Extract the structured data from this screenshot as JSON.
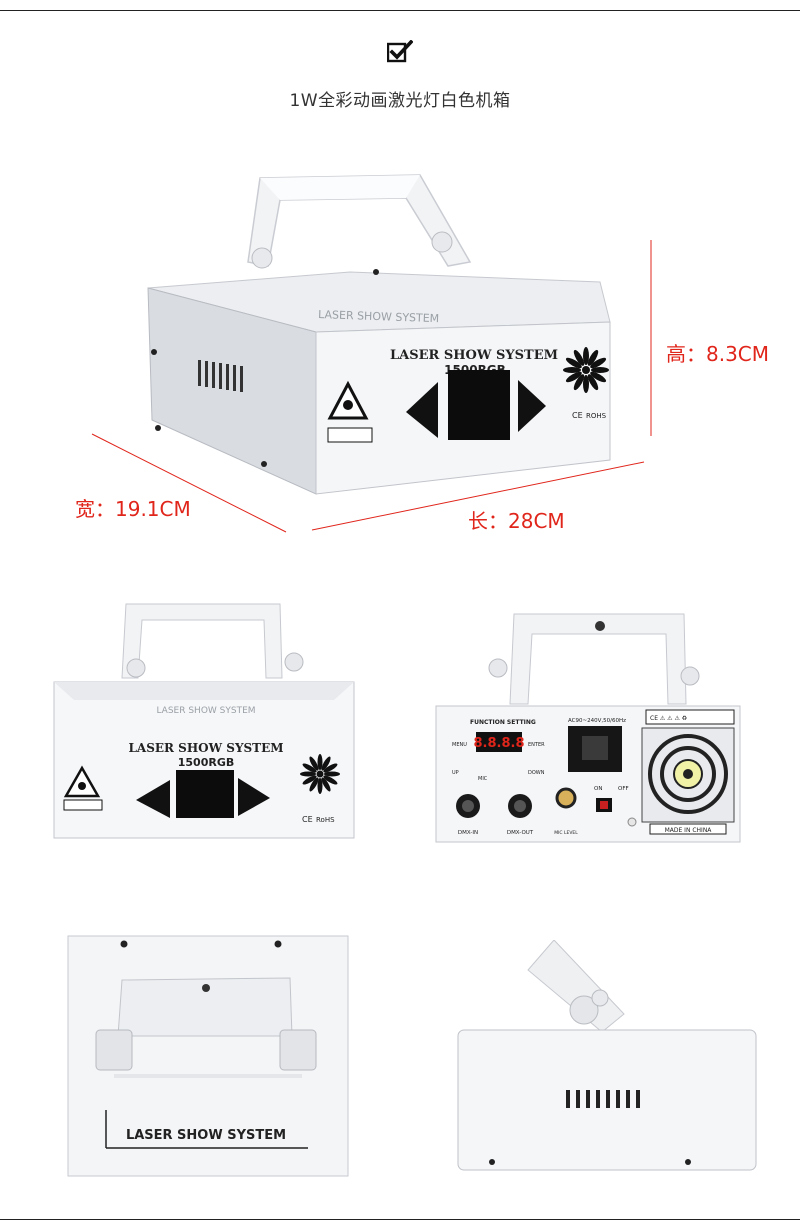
{
  "header": {
    "check_icon": "checkmark-icon",
    "title": "1W全彩动画激光灯白色机箱"
  },
  "dimensions": {
    "height": "高：8.3CM",
    "width": "宽：19.1CM",
    "length": "长：28CM",
    "color": "#e0251b"
  },
  "main_photo": {
    "brand": "LASER SHOW SYSTEM",
    "model": "1500RGB",
    "top_label": "LASER SHOW SYSTEM",
    "cert": "ROHS"
  },
  "front_photo": {
    "brand": "LASER SHOW SYSTEM",
    "model": "1500RGB",
    "top_label": "LASER SHOW SYSTEM",
    "cert": "RoHS"
  },
  "rear_photo": {
    "function_setting": "FUNCTION SETTING",
    "menu": "MENU",
    "enter": "ENTER",
    "up": "UP",
    "down": "DOWN",
    "mic": "MIC",
    "power": "AC90~240V,50/60Hz",
    "on": "ON",
    "off": "OFF",
    "dmx_in": "DMX-IN",
    "dmx_out": "DMX-OUT",
    "mic_level": "MIC LEVEL",
    "made_in": "MADE IN CHINA"
  },
  "top_photo": {
    "label": "LASER SHOW SYSTEM"
  }
}
